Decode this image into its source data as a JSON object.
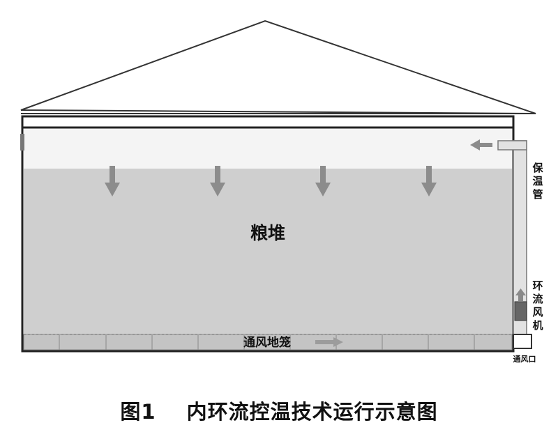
{
  "labels": {
    "grain_pile": "粮堆",
    "insulated_pipe": "保温管",
    "circulation_fan": "环流风机",
    "ventilation_cage": "通风地笼",
    "vent_opening": "通风口"
  },
  "caption": {
    "number": "图1",
    "title": "内环流控温技术运行示意图"
  },
  "colors": {
    "grain": "#cfcfcf",
    "air_space": "#f4f4f4",
    "pipe": "#e2e2e2",
    "arrow": "#8c8c8c",
    "fan": "#666666",
    "line": "#222222"
  }
}
